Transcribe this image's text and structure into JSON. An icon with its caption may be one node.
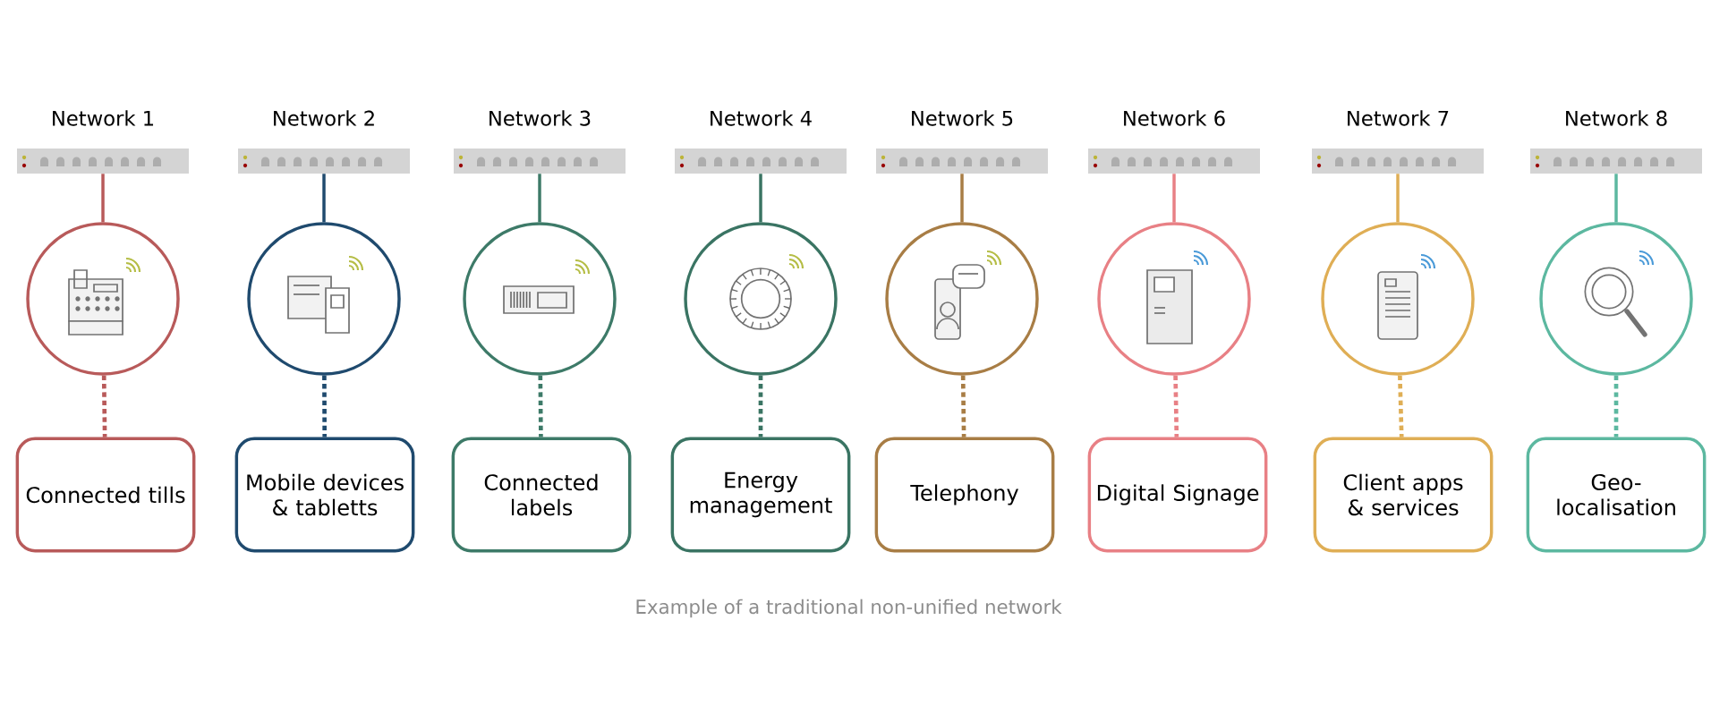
{
  "diagram": {
    "caption": "Example of a traditional non-unified network",
    "nodes": [
      {
        "text": [
          "Network 1"
        ]
      },
      {
        "text": [
          "Network 2"
        ]
      },
      {
        "text": [
          "Network 3"
        ]
      },
      {
        "text": [
          "Network 4"
        ]
      },
      {
        "text": [
          "Network 5"
        ]
      },
      {
        "text": [
          "Network 6"
        ]
      },
      {
        "text": [
          "Network 7"
        ]
      },
      {
        "text": [
          "Network 8"
        ]
      },
      {
        "text": [],
        "shape": "circle"
      },
      {
        "text": [],
        "shape": "circle"
      },
      {
        "text": [],
        "shape": "circle"
      },
      {
        "text": [],
        "shape": "circle"
      },
      {
        "text": [],
        "shape": "circle"
      },
      {
        "text": [],
        "shape": "circle"
      },
      {
        "text": [],
        "shape": "circle"
      },
      {
        "text": [],
        "shape": "circle"
      },
      {
        "text": [
          "Connected tills"
        ]
      },
      {
        "text": [
          "Mobile devices & tabletts"
        ]
      },
      {
        "text": [
          "Connected labels"
        ]
      },
      {
        "text": [
          "Energy management"
        ]
      },
      {
        "text": [
          "Telephony"
        ]
      },
      {
        "text": [
          "Digital Signage"
        ]
      },
      {
        "text": [
          "Client apps & services"
        ]
      },
      {
        "text": [
          "Geo-localisation"
        ]
      }
    ],
    "edges": [
      {
        "from": 0,
        "to": 8,
        "arrow": "none",
        "color": "#b85a5a"
      },
      {
        "from": 1,
        "to": 9,
        "arrow": "none",
        "color": "#1f4a6e"
      },
      {
        "from": 2,
        "to": 10,
        "arrow": "none",
        "color": "#3d7a68"
      },
      {
        "from": 3,
        "to": 11,
        "arrow": "none",
        "color": "#3a7463"
      },
      {
        "from": 4,
        "to": 12,
        "arrow": "none",
        "color": "#a87d45"
      },
      {
        "from": 5,
        "to": 13,
        "arrow": "none",
        "color": "#e88085"
      },
      {
        "from": 6,
        "to": 14,
        "arrow": "none",
        "color": "#dfae55"
      },
      {
        "from": 7,
        "to": 15,
        "arrow": "none",
        "color": "#5cb8a0"
      },
      {
        "from": 8,
        "to": 16,
        "arrow": "none",
        "style": "dashed",
        "color": "#b85a5a"
      },
      {
        "from": 9,
        "to": 17,
        "arrow": "none",
        "style": "dashed",
        "color": "#1f4a6e"
      },
      {
        "from": 10,
        "to": 18,
        "arrow": "none",
        "style": "dashed",
        "color": "#3d7a68"
      },
      {
        "from": 11,
        "to": 19,
        "arrow": "none",
        "style": "dashed",
        "color": "#3a7463"
      },
      {
        "from": 12,
        "to": 20,
        "arrow": "none",
        "style": "dashed",
        "color": "#a87d45"
      },
      {
        "from": 13,
        "to": 21,
        "arrow": "none",
        "style": "dashed",
        "color": "#e88085"
      },
      {
        "from": 14,
        "to": 22,
        "arrow": "none",
        "style": "dashed",
        "color": "#dfae55"
      },
      {
        "from": 15,
        "to": 23,
        "arrow": "none",
        "style": "dashed",
        "color": "#5cb8a0"
      }
    ]
  }
}
